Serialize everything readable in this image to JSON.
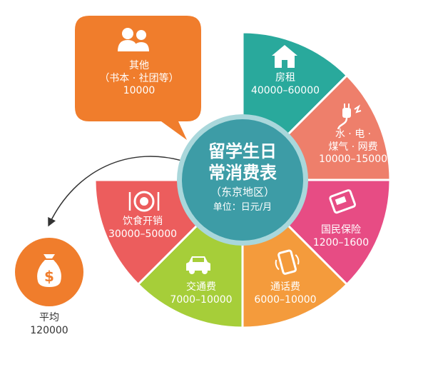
{
  "center": {
    "title_line1": "留学生日",
    "title_line2": "常消费表",
    "region": "（东京地区）",
    "unit": "单位：日元/月"
  },
  "segments": [
    {
      "name": "房租",
      "amount": "40000–60000",
      "color": "#29A99C",
      "icon": "house-icon"
    },
    {
      "name_line1": "水 · 电 ·",
      "name_line2": "煤气 · 网费",
      "amount": "10000–15000",
      "color": "#EE7F6B",
      "icon": "plug-icon"
    },
    {
      "name": "国民保险",
      "amount": "1200–1600",
      "color": "#E74C84",
      "icon": "insurance-card-icon"
    },
    {
      "name": "通话费",
      "amount": "6000–10000",
      "color": "#F49B3C",
      "icon": "phone-icon"
    },
    {
      "name": "交通费",
      "amount": "7000–10000",
      "color": "#A6CE39",
      "icon": "car-icon"
    },
    {
      "name": "饮食开销",
      "amount": "30000–50000",
      "color": "#EC5D5D",
      "icon": "dining-icon"
    }
  ],
  "other": {
    "name": "其他",
    "detail": "（书本 · 社团等）",
    "amount": "10000",
    "color": "#F07D2C",
    "icon": "people-icon"
  },
  "average": {
    "label": "平均",
    "amount": "120000",
    "color": "#F07D2C",
    "icon": "money-bag-icon"
  },
  "colors": {
    "center_fill": "#3D9CA6",
    "center_ring": "#A9D7DB"
  }
}
